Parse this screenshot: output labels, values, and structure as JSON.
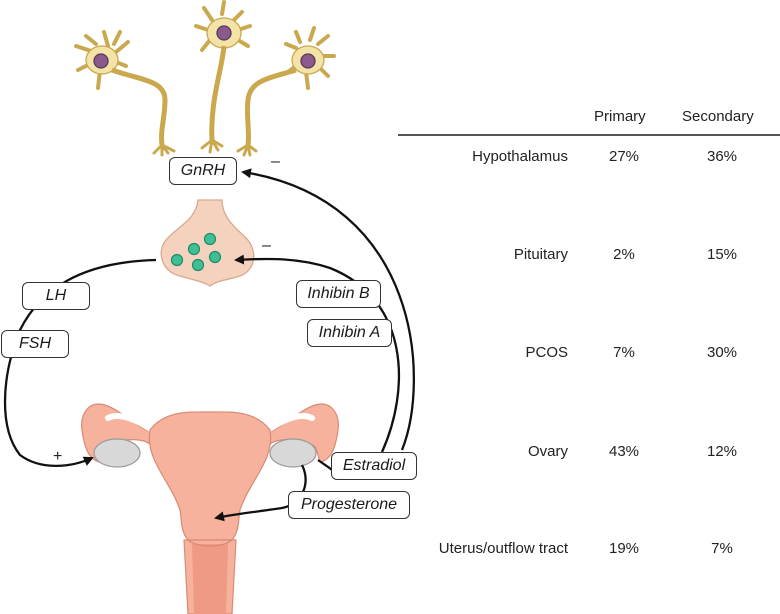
{
  "diagram": {
    "hormones": {
      "gnrh": "GnRH",
      "lh": "LH",
      "fsh": "FSH",
      "inhibin_b": "Inhibin B",
      "inhibin_a": "Inhibin A",
      "estradiol": "Estradiol",
      "progesterone": "Progesterone"
    },
    "signs": {
      "gnrh_feedback": "–",
      "pituitary_feedback": "–",
      "ovary_stimulation": "+"
    },
    "colors": {
      "neuron": "#f3e3a6",
      "neuron_outline": "#c9a84e",
      "nucleus": "#8b5a8c",
      "pituitary": "#f5d2bd",
      "vesicle": "#3fbf95",
      "uterus": "#f6b29c",
      "ovary": "#d8d8d8",
      "arrow": "#111111"
    }
  },
  "table": {
    "headers": [
      "",
      "Primary",
      "Secondary"
    ],
    "rows": [
      {
        "label": "Hypothalamus",
        "primary": "27%",
        "secondary": "36%"
      },
      {
        "label": "Pituitary",
        "primary": "2%",
        "secondary": "15%"
      },
      {
        "label": "PCOS",
        "primary": "7%",
        "secondary": "30%"
      },
      {
        "label": "Ovary",
        "primary": "43%",
        "secondary": "12%"
      },
      {
        "label": "Uterus/outflow tract",
        "primary": "19%",
        "secondary": "7%"
      }
    ]
  }
}
